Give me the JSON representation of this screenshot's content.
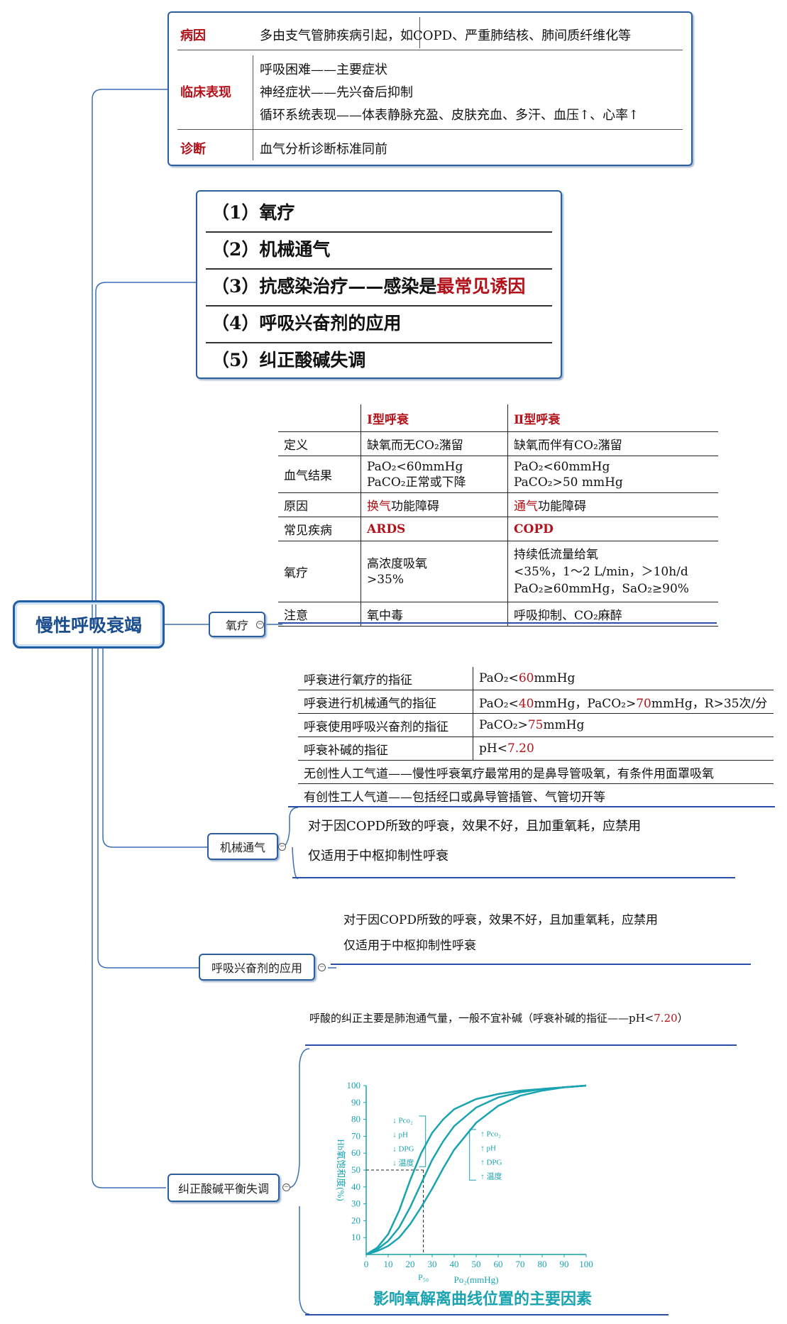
{
  "root": {
    "label": "慢性呼吸衰竭"
  },
  "info_table": {
    "rows": [
      {
        "label": "病因",
        "lines": [
          "多由支气管肺疾病引起，如COPD、严重肺结核、肺间质纤维化等"
        ]
      },
      {
        "label": "临床表现",
        "lines": [
          "呼吸困难——主要症状",
          "神经症状——先兴奋后抑制",
          "循环系统表现——体表静脉充盈、皮肤充血、多汗、血压↑、心率↑"
        ]
      },
      {
        "label": "诊断",
        "lines": [
          "血气分析诊断标准同前"
        ]
      }
    ]
  },
  "treatment_list": {
    "items": [
      {
        "prefix": "（1）",
        "text": "氧疗",
        "emph": ""
      },
      {
        "prefix": "（2）",
        "text": "机械通气",
        "emph": ""
      },
      {
        "prefix": "（3）",
        "text": "抗感染治疗——感染是",
        "emph": "最常见诱因"
      },
      {
        "prefix": "（4）",
        "text": "呼吸兴奋剂的应用",
        "emph": ""
      },
      {
        "prefix": "（5）",
        "text": "纠正酸碱失调",
        "emph": ""
      }
    ]
  },
  "branches": {
    "oxygen": "氧疗",
    "ventilation": "机械通气",
    "stimulant": "呼吸兴奋剂的应用",
    "acid_base": "纠正酸碱平衡失调"
  },
  "compare_table": {
    "headers": [
      "",
      "Ⅰ型呼衰",
      "Ⅱ型呼衰"
    ],
    "rows": [
      {
        "label": "定义",
        "type1": "缺氧而无CO₂潴留",
        "type2": "缺氧而伴有CO₂潴留"
      },
      {
        "label": "血气结果",
        "type1": "PaO₂<60mmHg\nPaCO₂正常或下降",
        "type2": "PaO₂<60mmHg\nPaCO₂>50 mmHg"
      },
      {
        "label": "原因",
        "type1_red": "换气",
        "type1": "功能障碍",
        "type2_red": "通气",
        "type2": "功能障碍"
      },
      {
        "label": "常见疾病",
        "type1_red": "ARDS",
        "type1": "",
        "type2_red": "COPD",
        "type2": ""
      },
      {
        "label": "氧疗",
        "type1": "高浓度吸氧\n>35%",
        "type2": "持续低流量给氧\n<35%，1～2 L/min，＞10h/d\nPaO₂≥60mmHg，SaO₂≥90%"
      },
      {
        "label": "注意",
        "type1": "氧中毒",
        "type2": "呼吸抑制、CO₂麻醉"
      }
    ]
  },
  "indications": {
    "rows": [
      {
        "key": "呼衰进行氧疗的指征",
        "pre": "PaO₂<",
        "red": "60",
        "post": "mmHg"
      },
      {
        "key": "呼衰进行机械通气的指征",
        "pre": "PaO₂<",
        "red": "40",
        "post": "mmHg，PaCO₂>",
        "red2": "70",
        "post2": "mmHg，R>35次/分"
      },
      {
        "key": "呼衰使用呼吸兴奋剂的指征",
        "pre": "PaCO₂>",
        "red": "75",
        "post": "mmHg"
      },
      {
        "key": "呼衰补碱的指征",
        "pre": "pH<",
        "red": "7.20",
        "post": ""
      }
    ],
    "airway": [
      "无创性人工气道——慢性呼衰氧疗最常用的是鼻导管吸氧，有条件用面罩吸氧",
      "有创性工人气道——包括经口或鼻导管插管、气管切开等"
    ]
  },
  "ventilation_notes": [
    "对于因COPD所致的呼衰，效果不好，且加重氧耗，应禁用",
    "仅适用于中枢抑制性呼衰"
  ],
  "stimulant_notes": [
    "对于因COPD所致的呼衰，效果不好，且加重氧耗，应禁用",
    "仅适用于中枢抑制性呼衰"
  ],
  "acid_base_note": {
    "text": "呼酸的纠正主要是肺泡通气量，一般不宜补碱（呼衰补碱的指征——pH<",
    "red": "7.20",
    "tail": "）"
  },
  "chart_data": {
    "type": "line",
    "title": "影响氧解离曲线位置的主要因素",
    "xlabel": "Po₂(mmHg)",
    "ylabel": "Hb氧饱和度(%)",
    "xlim": [
      0,
      100
    ],
    "ylim": [
      0,
      100
    ],
    "x_ticks": [
      0,
      10,
      20,
      30,
      40,
      50,
      60,
      70,
      80,
      90,
      100
    ],
    "y_ticks": [
      10,
      20,
      30,
      40,
      50,
      60,
      70,
      80,
      90,
      100
    ],
    "p50_label": "P₅₀",
    "x": [
      0,
      5,
      10,
      15,
      20,
      25,
      30,
      35,
      40,
      50,
      60,
      70,
      80,
      90,
      100
    ],
    "series": [
      {
        "values": [
          0,
          4,
          12,
          26,
          44,
          60,
          72,
          80,
          86,
          92,
          95,
          97,
          98,
          99,
          100
        ]
      },
      {
        "values": [
          0,
          3,
          8,
          16,
          28,
          42,
          56,
          67,
          76,
          87,
          93,
          96,
          98,
          99,
          100
        ]
      },
      {
        "values": [
          0,
          2,
          5,
          10,
          18,
          28,
          39,
          51,
          62,
          78,
          88,
          94,
          97,
          99,
          100
        ]
      }
    ],
    "left_shift_labels": [
      "Pco₂",
      "pH",
      "DPG",
      "温度"
    ],
    "right_shift_labels": [
      "Pco₂",
      "pH",
      "DPG",
      "温度"
    ],
    "colors": {
      "curve": "#1aa3b0",
      "axis": "#1aa3b0"
    }
  }
}
